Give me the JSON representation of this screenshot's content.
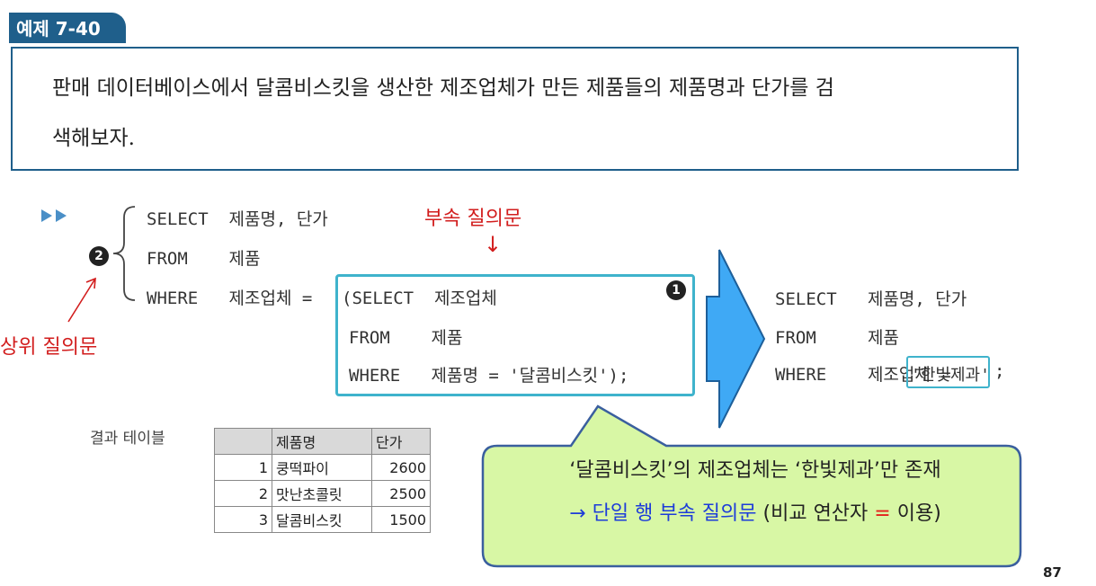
{
  "example_tab": "예제 7-40",
  "problem_line1": "판매 데이터베이스에서 달콤비스킷을 생산한 제조업체가 만든 제품들의 제품명과 단가를 검",
  "problem_line2": "색해보자.",
  "outer_query": {
    "line1": "SELECT  제품명, 단가",
    "line2": "FROM    제품",
    "line3": "WHERE   제조업체 ="
  },
  "sub_query": {
    "line1": "(SELECT  제조업체",
    "line2": "FROM    제품",
    "line3": "WHERE   제품명 = '달콤비스킷');"
  },
  "labels": {
    "subquery": "부속 질의문",
    "mainquery": "상위 질의문",
    "down_arrow": "↓",
    "badge1": "1",
    "badge2": "2"
  },
  "result_query": {
    "line1": "SELECT   제품명, 단가",
    "line2": "FROM     제품",
    "line3": "WHERE    제조업체 =",
    "value": "'한빛제과'",
    "semicolon": ";"
  },
  "result_table": {
    "caption": "결과 테이블",
    "headers": [
      "",
      "제품명",
      "단가"
    ],
    "rows": [
      [
        "1",
        "쿵떡파이",
        "2600"
      ],
      [
        "2",
        "맛난초콜릿",
        "2500"
      ],
      [
        "3",
        "달콤비스킷",
        "1500"
      ]
    ]
  },
  "callout": {
    "line1": "‘달콤비스킷’의 제조업체는 ‘한빛제과’만 존재",
    "arrow": "→",
    "highlight": "단일 행 부속 질의문",
    "paren_open": "(비교 연산자",
    "operator": "=",
    "paren_close": "이용)"
  },
  "page_number": "87",
  "colors": {
    "tab": "#1f5f8b",
    "accent_red": "#d21d1d",
    "box_border": "#3fb3cc",
    "arrow_fill": "#3fa9f5",
    "callout_fill": "#d8f7a5"
  }
}
